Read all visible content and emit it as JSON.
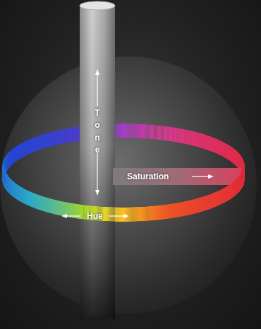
{
  "diagram": {
    "labels": [
      "Tone",
      "Saturation",
      "Hue"
    ]
  }
}
